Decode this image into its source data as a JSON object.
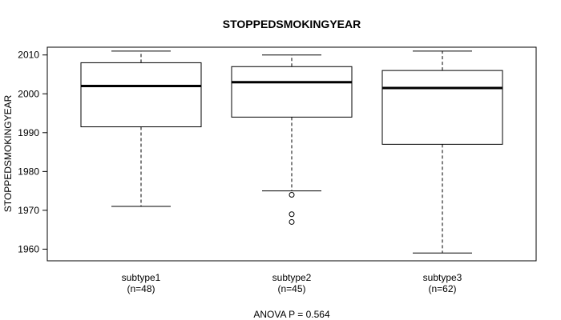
{
  "chart_data": {
    "type": "box",
    "title": "STOPPEDSMOKINGYEAR",
    "ylabel": "STOPPEDSMOKINGYEAR",
    "xlabel": "",
    "ylim": [
      1957,
      2012
    ],
    "yticks": [
      1960,
      1970,
      1980,
      1990,
      2000,
      2010
    ],
    "grid": false,
    "footer": "ANOVA P = 0.564",
    "groups": [
      {
        "label": "subtype1",
        "n_label": "(n=48)",
        "whisker_low": 1971,
        "q1": 1991.5,
        "median": 2002,
        "q3": 2008,
        "whisker_high": 2011,
        "outliers": []
      },
      {
        "label": "subtype2",
        "n_label": "(n=45)",
        "whisker_low": 1975,
        "q1": 1994,
        "median": 2003,
        "q3": 2007,
        "whisker_high": 2010,
        "outliers": [
          1974,
          1969,
          1967
        ]
      },
      {
        "label": "subtype3",
        "n_label": "(n=62)",
        "whisker_low": 1959,
        "q1": 1987,
        "median": 2001.5,
        "q3": 2006,
        "whisker_high": 2011,
        "outliers": []
      }
    ]
  }
}
